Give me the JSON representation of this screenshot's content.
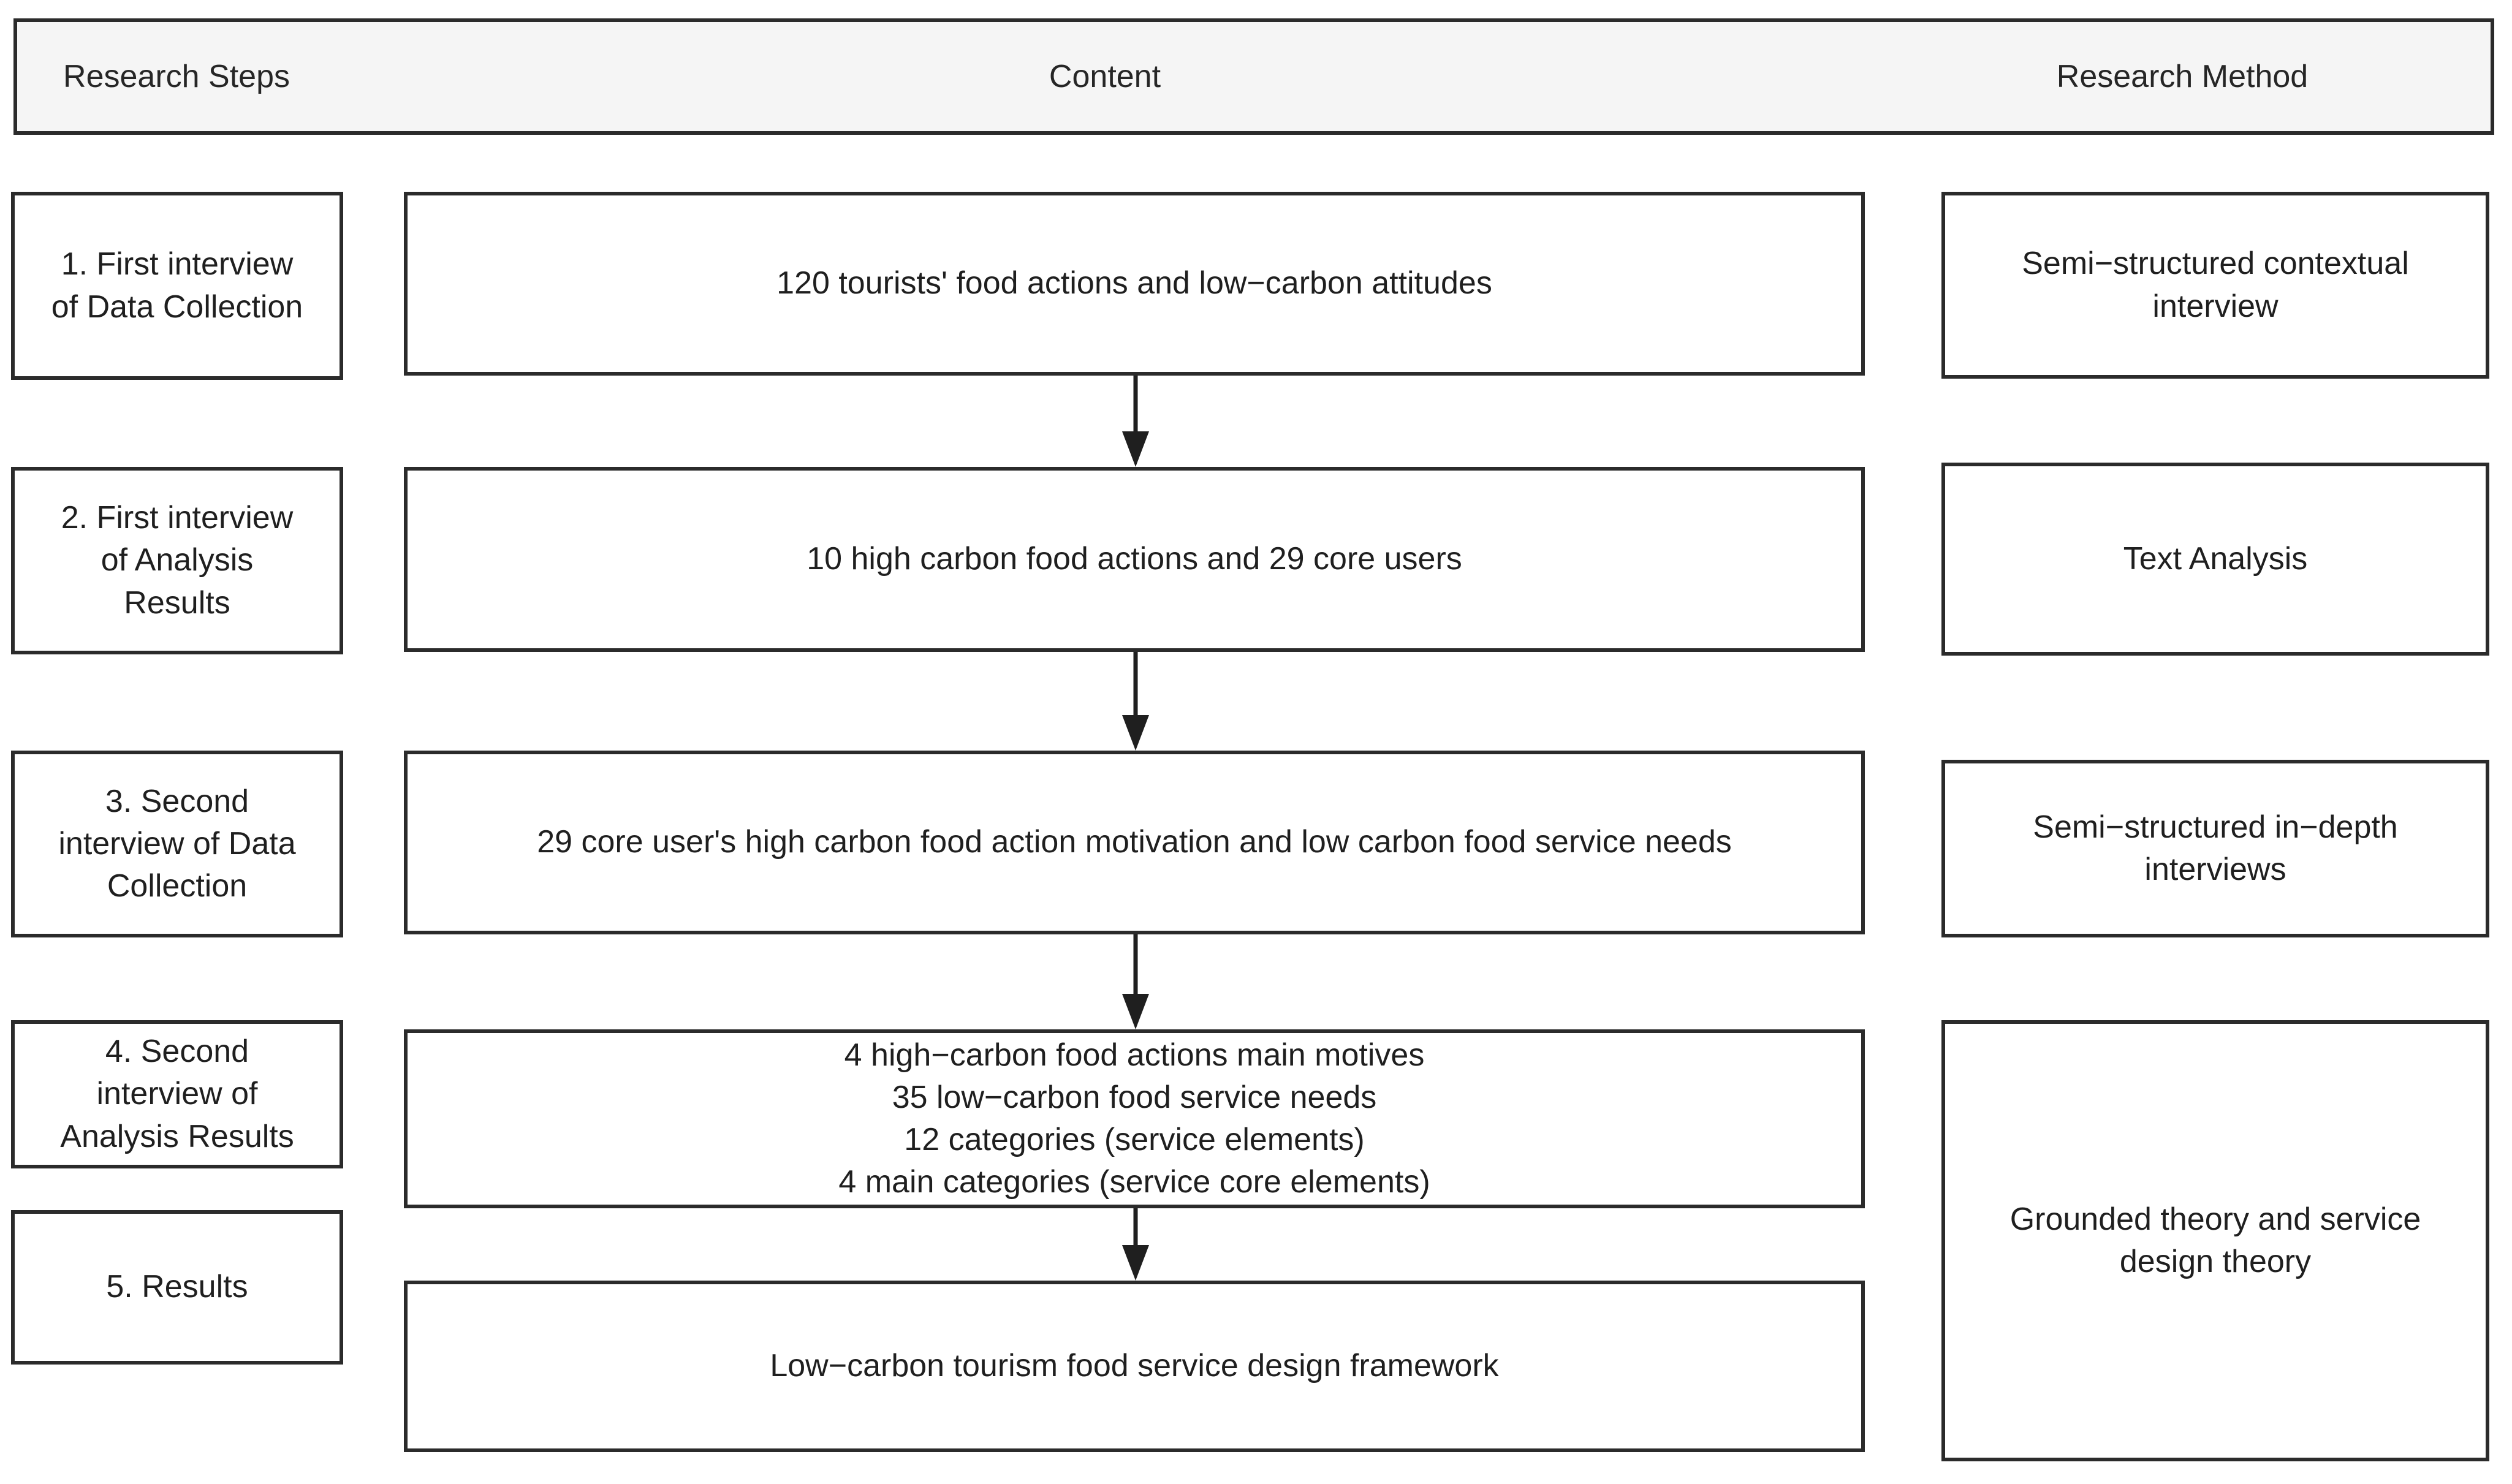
{
  "diagram": {
    "title": "Research process flow",
    "accent_color": "#2b2b2b",
    "header_background": "#f5f5f5",
    "box_background": "#ffffff",
    "text_color": "#1f1f1f"
  },
  "header": {
    "columns": [
      {
        "label": "Research Steps"
      },
      {
        "label": "Content"
      },
      {
        "label": "Research Method"
      }
    ]
  },
  "rows": [
    {
      "step": "1. First interview\nof Data Collection",
      "content": "120 tourists' food actions and low−carbon attitudes",
      "method": "Semi−structured contextual\ninterview"
    },
    {
      "step": "2. First interview\nof Analysis\nResults",
      "content": "10 high carbon food actions and 29 core users",
      "method": "Text Analysis"
    },
    {
      "step": "3. Second\ninterview of Data\nCollection",
      "content": "29 core user's high carbon food action motivation and low carbon food service needs",
      "method": "Semi−structured in−depth\ninterviews"
    },
    {
      "step": "4. Second\ninterview of\nAnalysis Results",
      "content": "4 high−carbon food actions main motives\n35 low−carbon food service needs\n12 categories (service elements)\n4 main categories (service core elements)",
      "method": "Grounded theory and service\ndesign theory"
    },
    {
      "step": "5. Results",
      "content": "Low−carbon tourism food service design framework",
      "method": ""
    }
  ],
  "arrows": [
    {
      "from": "content-box-1",
      "to": "content-box-2",
      "direction": "down"
    },
    {
      "from": "content-box-2",
      "to": "content-box-3",
      "direction": "down"
    },
    {
      "from": "content-box-3",
      "to": "content-box-4",
      "direction": "down"
    },
    {
      "from": "content-box-4",
      "to": "content-box-5",
      "direction": "down"
    }
  ]
}
